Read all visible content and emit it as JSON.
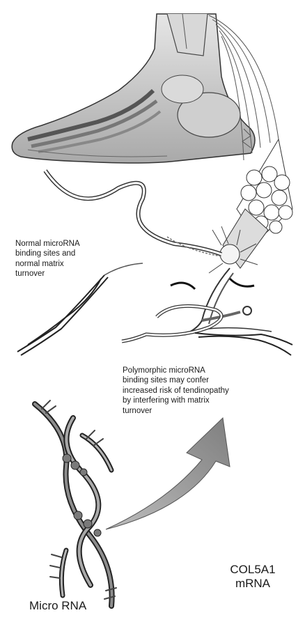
{
  "labels": {
    "normal_sites": [
      "Normal microRNA",
      "binding sites and",
      "normal matrix",
      "turnover"
    ],
    "polymorphic_sites": [
      "Polymorphic microRNA",
      "binding sites may confer",
      "increased risk of tendinopathy",
      "by interfering with matrix",
      "turnover"
    ],
    "col5a1": [
      "COL5A1",
      "mRNA"
    ],
    "micro_rna": "Micro RNA"
  },
  "colors": {
    "ink": "#1a1a1a",
    "bone": "#cfcfcf",
    "skin": "#bdbdbd",
    "arrow": "#8c8c8c",
    "tendon": "#d6d6d6"
  },
  "icons": [
    "foot-illustration",
    "tendon-bundle-icon",
    "collagen-fibril-icon",
    "rna-helix-icon",
    "increase-arrow-icon"
  ]
}
